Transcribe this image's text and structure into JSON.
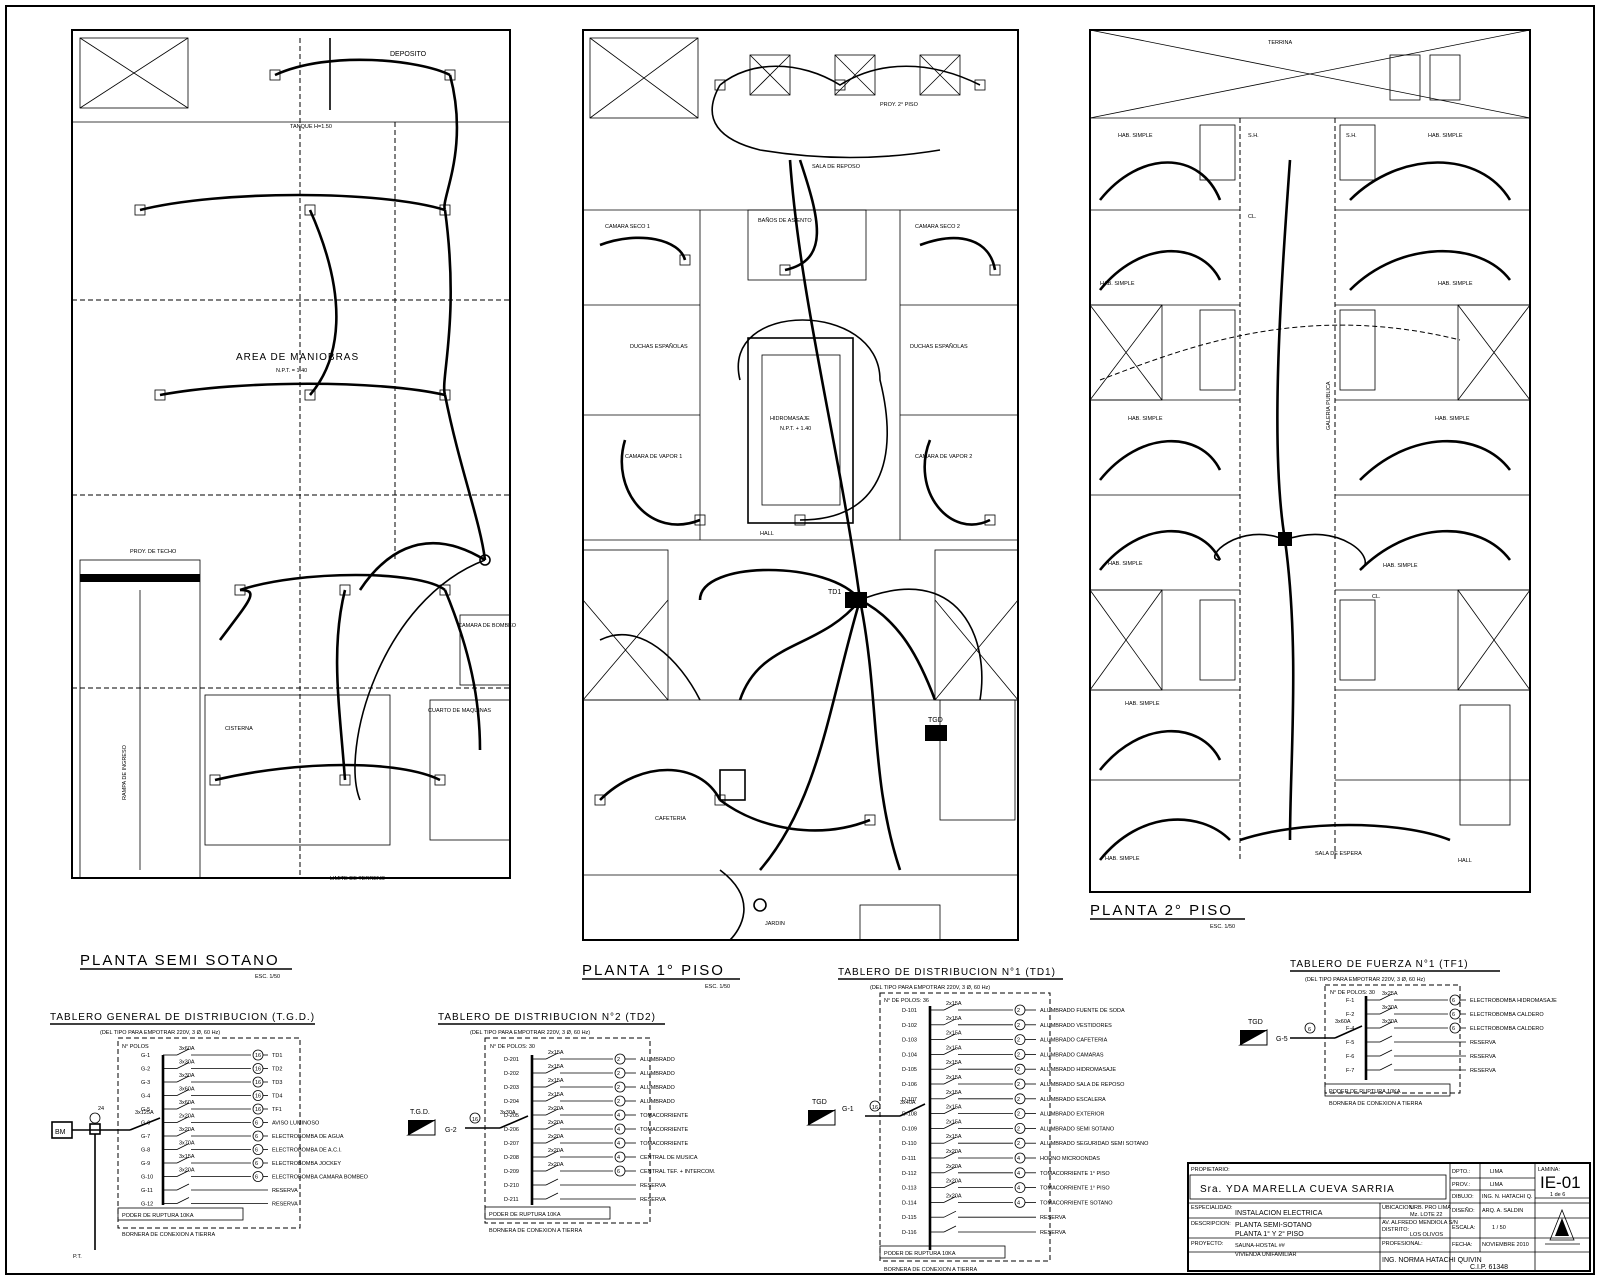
{
  "plans": {
    "semi": {
      "title": "PLANTA SEMI SOTANO",
      "scale": "ESC. 1/50"
    },
    "p1": {
      "title": "PLANTA 1° PISO",
      "scale": "ESC. 1/50"
    },
    "p2": {
      "title": "PLANTA 2° PISO",
      "scale": "ESC. 1/50"
    }
  },
  "rooms": {
    "deposito": "DEPOSITO",
    "area_maniobras": "AREA DE MANIOBRAS",
    "npt_area": "N.P.T. = 1.40",
    "camara_bombeo": "CAMARA DE BOMBEO",
    "cuarto_maquinas": "CUARTO DE MAQUINAS",
    "cisterna": "CISTERNA",
    "rampa": "RAMPA DE INGRESO",
    "limite_terreno": "LIMITE DE TERRENO",
    "proy_techo": "PROY. DE TECHO",
    "tanque": "TANQUE H=1.50",
    "sala_reposo": "SALA DE REPOSO",
    "camara_seco_1": "CAMARA SECO 1",
    "camara_seco_2": "CAMARA SECO 2",
    "banos": "BAÑOS DE ASIENTO",
    "duchas_1": "DUCHAS ESPAÑOLAS",
    "duchas_2": "DUCHAS ESPAÑOLAS",
    "hidromasaje": "HIDROMASAJE",
    "npt_hidro": "N.P.T. + 1.40",
    "camara_vapor_1": "CAMARA DE VAPOR 1",
    "camara_vapor_2": "CAMARA DE VAPOR 2",
    "hall": "HALL",
    "cafeteria": "CAFETERIA",
    "jardin": "JARDIN",
    "bajo_2": "PROY. 2° PISO",
    "td1_label": "TD1",
    "tgd_label": "TGD",
    "hab_simple": "HAB. SIMPLE",
    "sala_espera": "SALA DE ESPERA",
    "sh": "S.H.",
    "cl": "CL.",
    "terrina": "TERRINA",
    "galeria": "GALERIA PUBLICA"
  },
  "tgd": {
    "title": "TABLERO GENERAL DE DISTRIBUCION (T.G.D.)",
    "subtitle": "(DEL TIPO PARA EMPOTRAR 220V, 3 Ø, 60 Hz)",
    "polos": "N° POLOS",
    "bm": "BM",
    "main": "3x125A",
    "num": "24",
    "pt": "P.T.",
    "ruptura": "PODER DE RUPTURA 10KA",
    "bornera": "BORNERA DE CONEXION A TIERRA",
    "rows": [
      {
        "id": "G-1",
        "brk": "3x60A",
        "num": "16",
        "load": "TD1"
      },
      {
        "id": "G-2",
        "brk": "3x30A",
        "num": "16",
        "load": "TD2"
      },
      {
        "id": "G-3",
        "brk": "3x30A",
        "num": "16",
        "load": "TD3"
      },
      {
        "id": "G-4",
        "brk": "3x60A",
        "num": "16",
        "load": "TD4"
      },
      {
        "id": "G-5",
        "brk": "3x60A",
        "num": "16",
        "load": "TF1"
      },
      {
        "id": "G-6",
        "brk": "2x20A",
        "num": "6",
        "load": "AVISO LUMINOSO"
      },
      {
        "id": "G-7",
        "brk": "3x20A",
        "num": "6",
        "load": "ELECTROBOMBA DE AGUA"
      },
      {
        "id": "G-8",
        "brk": "3x70A",
        "num": "6",
        "load": "ELECTROBOMBA DE A.C.I."
      },
      {
        "id": "G-9",
        "brk": "3x15A",
        "num": "6",
        "load": "ELECTROBOMBA JOCKEY"
      },
      {
        "id": "G-10",
        "brk": "3x20A",
        "num": "6",
        "load": "ELECTROBOMBA CAMARA BOMBEO"
      },
      {
        "id": "G-11",
        "brk": "",
        "num": "",
        "load": "RESERVA"
      },
      {
        "id": "G-12",
        "brk": "",
        "num": "",
        "load": "RESERVA"
      }
    ]
  },
  "td2": {
    "title": "TABLERO DE DISTRIBUCION N°2 (TD2)",
    "subtitle": "(DEL TIPO PARA EMPOTRAR 220V, 3 Ø, 60 Hz)",
    "polos": "N° DE POLOS: 30",
    "feed_from": "T.G.D.",
    "feed_id": "G-2",
    "main": "3x30A",
    "num": "16",
    "ruptura": "PODER DE RUPTURA 10KA",
    "bornera": "BORNERA DE CONEXION A TIERRA",
    "rows": [
      {
        "id": "D-201",
        "brk": "2x15A",
        "num": "2",
        "load": "ALUMBRADO"
      },
      {
        "id": "D-202",
        "brk": "2x15A",
        "num": "2",
        "load": "ALUMBRADO"
      },
      {
        "id": "D-203",
        "brk": "2x15A",
        "num": "2",
        "load": "ALUMBRADO"
      },
      {
        "id": "D-204",
        "brk": "2x15A",
        "num": "2",
        "load": "ALUMBRADO"
      },
      {
        "id": "D-205",
        "brk": "2x20A",
        "num": "4",
        "load": "TOMACORRIENTE"
      },
      {
        "id": "D-206",
        "brk": "2x20A",
        "num": "4",
        "load": "TOMACORRIENTE"
      },
      {
        "id": "D-207",
        "brk": "2x20A",
        "num": "4",
        "load": "TOMACORRIENTE"
      },
      {
        "id": "D-208",
        "brk": "2x20A",
        "num": "4",
        "load": "CENTRAL DE MUSICA"
      },
      {
        "id": "D-209",
        "brk": "2x20A",
        "num": "6",
        "load": "CENTRAL TEF. + INTERCOM."
      },
      {
        "id": "D-210",
        "brk": "",
        "num": "",
        "load": "RESERVA"
      },
      {
        "id": "D-211",
        "brk": "",
        "num": "",
        "load": "RESERVA"
      }
    ]
  },
  "td1": {
    "title": "TABLERO DE DISTRIBUCION N°1 (TD1)",
    "subtitle": "(DEL TIPO PARA EMPOTRAR 220V, 3 Ø, 60 Hz)",
    "polos": "N° DE POLOS: 36",
    "feed_from": "TGD",
    "feed_id": "G-1",
    "main": "3x40A",
    "num": "16",
    "ruptura": "PODER DE RUPTURA 10KA",
    "bornera": "BORNERA DE CONEXION A TIERRA",
    "rows": [
      {
        "id": "D-101",
        "brk": "2x15A",
        "num": "2",
        "load": "ALUMBRADO FUENTE DE SODA"
      },
      {
        "id": "D-102",
        "brk": "2x15A",
        "num": "2",
        "load": "ALUMBRADO VESTIDORES"
      },
      {
        "id": "D-103",
        "brk": "2x15A",
        "num": "2",
        "load": "ALUMBRADO CAFETERIA"
      },
      {
        "id": "D-104",
        "brk": "2x15A",
        "num": "2",
        "load": "ALUMBRADO CAMARAS"
      },
      {
        "id": "D-105",
        "brk": "2x15A",
        "num": "2",
        "load": "ALUMBRADO HIDROMASAJE"
      },
      {
        "id": "D-106",
        "brk": "2x15A",
        "num": "2",
        "load": "ALUMBRADO SALA DE REPOSO"
      },
      {
        "id": "D-107",
        "brk": "2x15A",
        "num": "2",
        "load": "ALUMBRADO ESCALERA"
      },
      {
        "id": "D-108",
        "brk": "2x15A",
        "num": "2",
        "load": "ALUMBRADO EXTERIOR"
      },
      {
        "id": "D-109",
        "brk": "2x15A",
        "num": "2",
        "load": "ALUMBRADO SEMI SOTANO"
      },
      {
        "id": "D-110",
        "brk": "2x15A",
        "num": "2",
        "load": "ALUMBRADO SEGURIDAD SEMI SOTANO"
      },
      {
        "id": "D-111",
        "brk": "2x20A",
        "num": "4",
        "load": "HORNO MICROONDAS"
      },
      {
        "id": "D-112",
        "brk": "2x20A",
        "num": "4",
        "load": "TOMACORRIENTE 1° PISO"
      },
      {
        "id": "D-113",
        "brk": "2x20A",
        "num": "4",
        "load": "TOMACORRIENTE 1° PISO"
      },
      {
        "id": "D-114",
        "brk": "2x20A",
        "num": "4",
        "load": "TOMACORRIENTE SOTANO"
      },
      {
        "id": "D-115",
        "brk": "",
        "num": "",
        "load": "RESERVA"
      },
      {
        "id": "D-116",
        "brk": "",
        "num": "",
        "load": "RESERVA"
      }
    ]
  },
  "tf1": {
    "title": "TABLERO DE FUERZA N°1 (TF1)",
    "subtitle": "(DEL TIPO PARA EMPOTRAR 220V, 3 Ø, 60 Hz)",
    "polos": "N° DE POLOS: 30",
    "feed_from": "TGD",
    "feed_id": "G-5",
    "main": "3x60A",
    "num": "6",
    "ruptura": "PODER DE RUPTURA 10KA",
    "bornera": "BORNERA DE CONEXION A TIERRA",
    "rows": [
      {
        "id": "F-1",
        "brk": "3x25A",
        "num": "6",
        "load": "ELECTROBOMBA HIDROMASAJE"
      },
      {
        "id": "F-2",
        "brk": "3x30A",
        "num": "6",
        "load": "ELECTROBOMBA CALDERO"
      },
      {
        "id": "F-4",
        "brk": "3x30A",
        "num": "6",
        "load": "ELECTROBOMBA CALDERO"
      },
      {
        "id": "F-5",
        "brk": "",
        "num": "",
        "load": "RESERVA"
      },
      {
        "id": "F-6",
        "brk": "",
        "num": "",
        "load": "RESERVA"
      },
      {
        "id": "F-7",
        "brk": "",
        "num": "",
        "load": "RESERVA"
      }
    ]
  },
  "titleblock": {
    "propietario_lbl": "PROPIETARIO:",
    "propietario": "Sra. YDA MARELLA CUEVA SARRIA",
    "especialidad_lbl": "ESPECIALIDAD:",
    "especialidad": "INSTALACION ELECTRICA",
    "descripcion_lbl": "DESCRIPCION:",
    "descripcion_1": "PLANTA SEMI-SOTANO",
    "descripcion_2": "PLANTA 1° Y 2° PISO",
    "proyecto_lbl": "PROYECTO:",
    "proyecto_1": "SAUNA-HOSTAL ##",
    "proyecto_2": "VIVIENDA UNIFAMILIAR",
    "ubicacion_lbl": "UBICACION:",
    "ubicacion_1": "URB. PRO LIMA",
    "ubicacion_2": "Mz. LOTE 22",
    "ubicacion_3": "AV. ALFREDO MENDIOLA S/N",
    "distrito_lbl": "DISTRITO:",
    "distrito": "LOS OLIVOS",
    "profesional_lbl": "PROFESIONAL:",
    "profesional": "ING. NORMA HATACHI QUIVIN",
    "cip": "C.I.P. 61348",
    "dpto_lbl": "DPTO.:",
    "dpto": "LIMA",
    "prov_lbl": "PROV.:",
    "prov": "LIMA",
    "dibujo_lbl": "DIBUJO:",
    "dibujo": "ING. N. HATACHI Q.",
    "diseno_lbl": "DISEÑO:",
    "diseno": "ARQ. A. SALDIN",
    "escala_lbl": "ESCALA:",
    "escala": "1 / 50",
    "fecha_lbl": "FECHA:",
    "fecha": "NOVIEMBRE 2010",
    "lamina_lbl": "LAMINA:",
    "lamina": "IE-01",
    "hoja": "1 de 6"
  }
}
